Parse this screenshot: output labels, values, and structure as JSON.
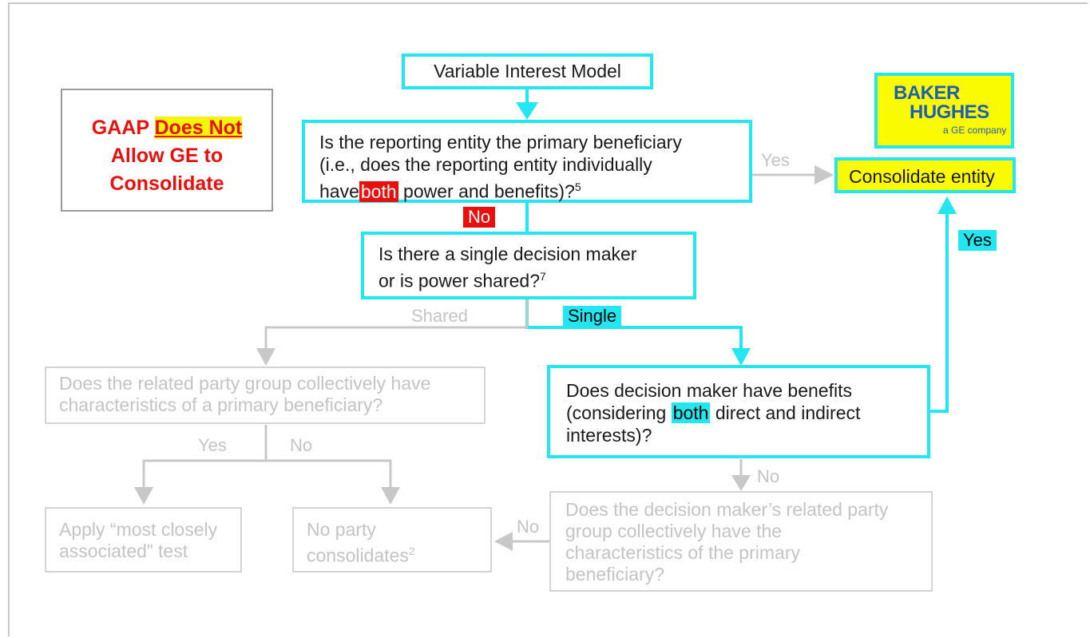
{
  "gaap_note": {
    "line1_a": "GAAP",
    "line1_b": "Does Not",
    "line2": "Allow GE to",
    "line3": "Consolidate"
  },
  "logo": {
    "line1": "BAKER",
    "line2": "HUGHES",
    "line3": "a GE company"
  },
  "nodes": {
    "start": "Variable Interest Model",
    "q1": {
      "line1": "Is the reporting entity the primary beneficiary",
      "line2": "(i.e., does the reporting entity individually",
      "line3_a": "have",
      "line3_hl": "both",
      "line3_b": " power and benefits)?",
      "sup": "5"
    },
    "consolidate": "Consolidate entity",
    "q2": {
      "line1": "Is there a single decision maker",
      "line2": "or is power shared?",
      "sup": "7"
    },
    "q3": {
      "line1": "Does decision maker have benefits",
      "line2_a": "(considering ",
      "line2_hl": "both",
      "line2_b": " direct and indirect",
      "line3": "interests)?"
    },
    "rp_group": {
      "line1": "Does the related party group collectively have",
      "line2": "characteristics of a primary beneficiary?"
    },
    "apply_test": {
      "line1": "Apply “most closely",
      "line2": "associated” test"
    },
    "no_party": {
      "line1": "No party",
      "line2": "consolidates",
      "sup": "2"
    },
    "dm_rp": {
      "line1": "Does the decision maker’s related party",
      "line2": "group collectively have the",
      "line3": "characteristics of the primary",
      "line4": "beneficiary?"
    }
  },
  "edge_labels": {
    "q1_yes": "Yes",
    "q1_no": "No",
    "q3_yes": "Yes",
    "shared": "Shared",
    "single": "Single",
    "rp_yes": "Yes",
    "rp_no": "No",
    "q3_no": "No",
    "dm_no": "No"
  },
  "colors": {
    "accent": "#22e6f0",
    "alert": "#e8100c",
    "highlight": "#fafa00",
    "muted": "#c4c4c4",
    "brand": "#1f5fb0"
  }
}
